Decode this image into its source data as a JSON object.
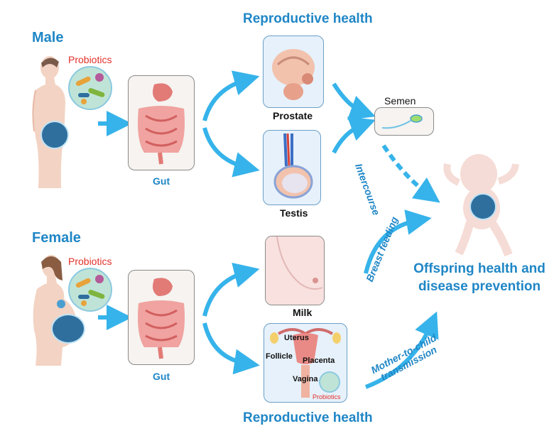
{
  "labels": {
    "male": "Male",
    "female": "Female",
    "probiotics_male": "Probiotics",
    "probiotics_female": "Probiotics",
    "gut_top": "Gut",
    "gut_bottom": "Gut",
    "reproductive_top": "Reproductive health",
    "reproductive_bottom": "Reproductive health",
    "prostate": "Prostate",
    "testis": "Testis",
    "semen": "Semen",
    "milk": "Milk",
    "uterus": "Uterus",
    "follicle": "Follicle",
    "placenta": "Placenta",
    "vagina": "Vagina",
    "probiotics_small": "Probiotics",
    "intercourse": "Intercourse",
    "breast_feeding": "Breast feeding",
    "mother_to_child_1": "Mother-to-child",
    "mother_to_child_2": "transmission",
    "offspring_1": "Offspring health and",
    "offspring_2": "disease prevention"
  },
  "colors": {
    "accent": "#1f86c6",
    "arrow": "#36b3ea",
    "probiotic_text": "#e2302a",
    "skin": "#f3d3c3",
    "gut": "#e97a78"
  }
}
